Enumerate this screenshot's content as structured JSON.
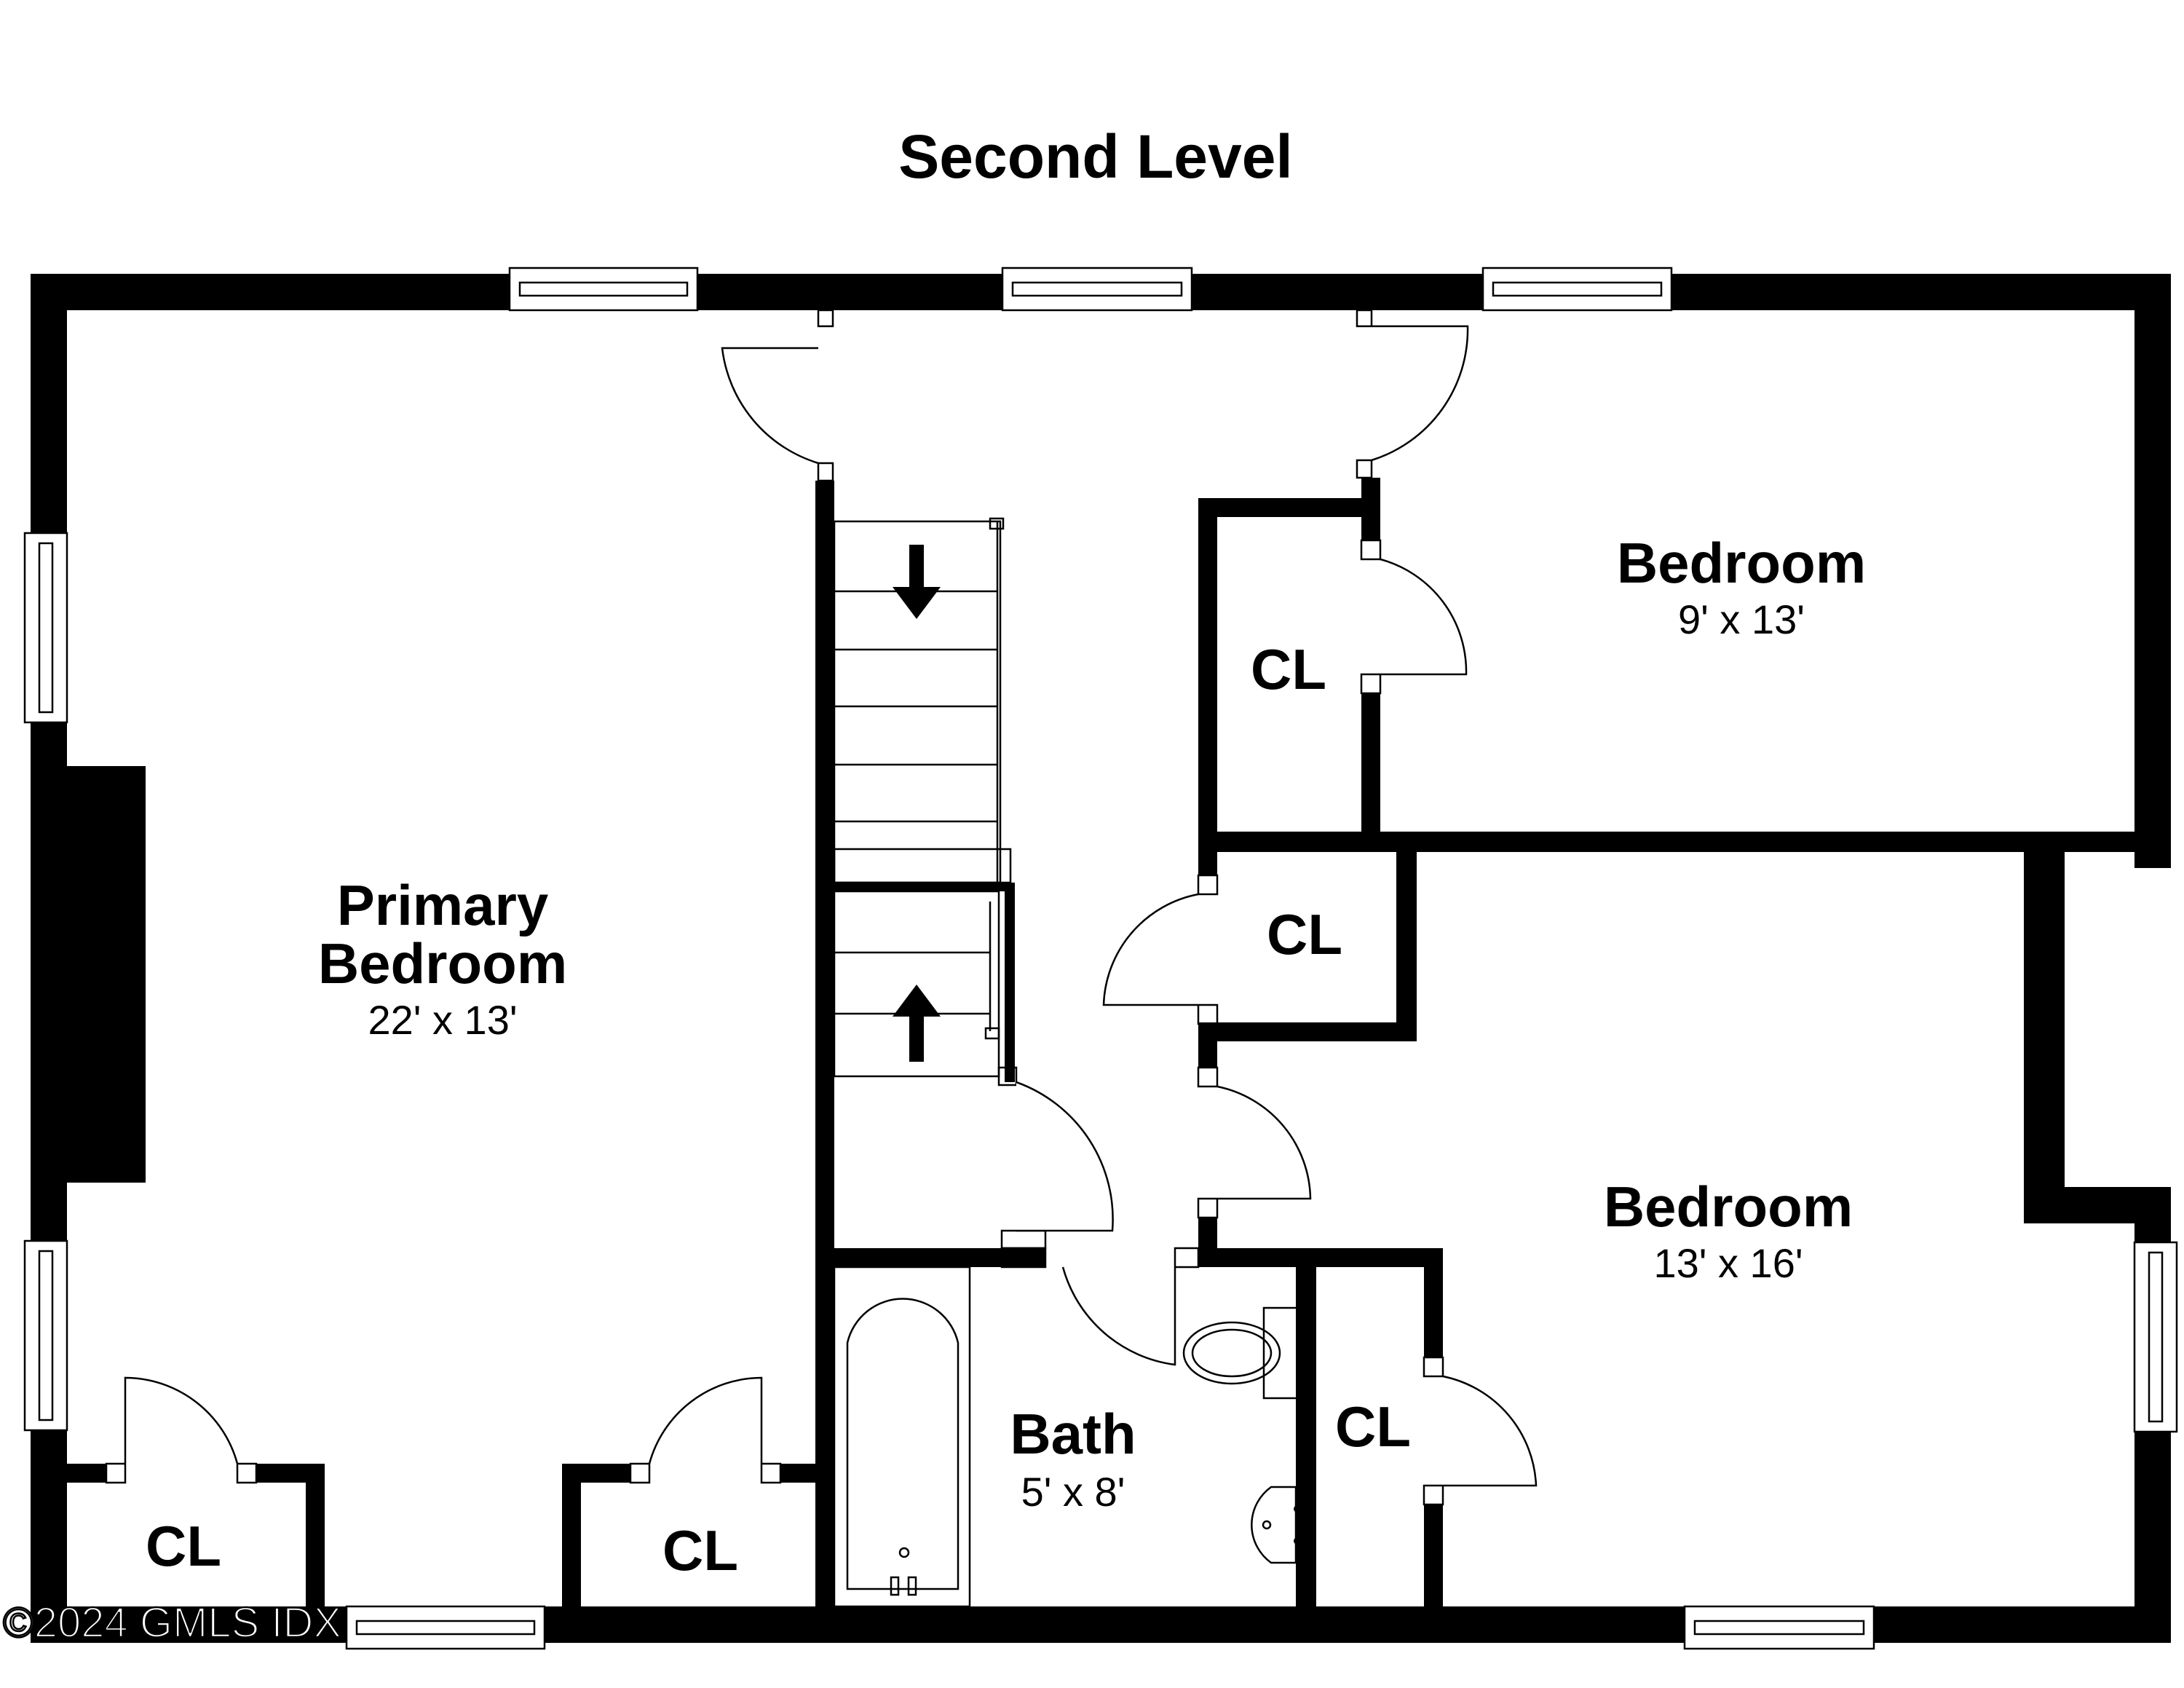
{
  "title": "Second Level",
  "rooms": {
    "primary_bedroom": {
      "name_line1": "Primary",
      "name_line2": "Bedroom",
      "size": "22' x 13'"
    },
    "bedroom_1": {
      "name": "Bedroom",
      "size": "9' x 13'"
    },
    "bedroom_2": {
      "name": "Bedroom",
      "size": "13' x 16'"
    },
    "bath": {
      "name": "Bath",
      "size": "5' x 8'"
    }
  },
  "closet_label": "CL",
  "watermark": "©2024 GMLS IDX",
  "colors": {
    "wall": "#000000",
    "background": "#ffffff"
  }
}
